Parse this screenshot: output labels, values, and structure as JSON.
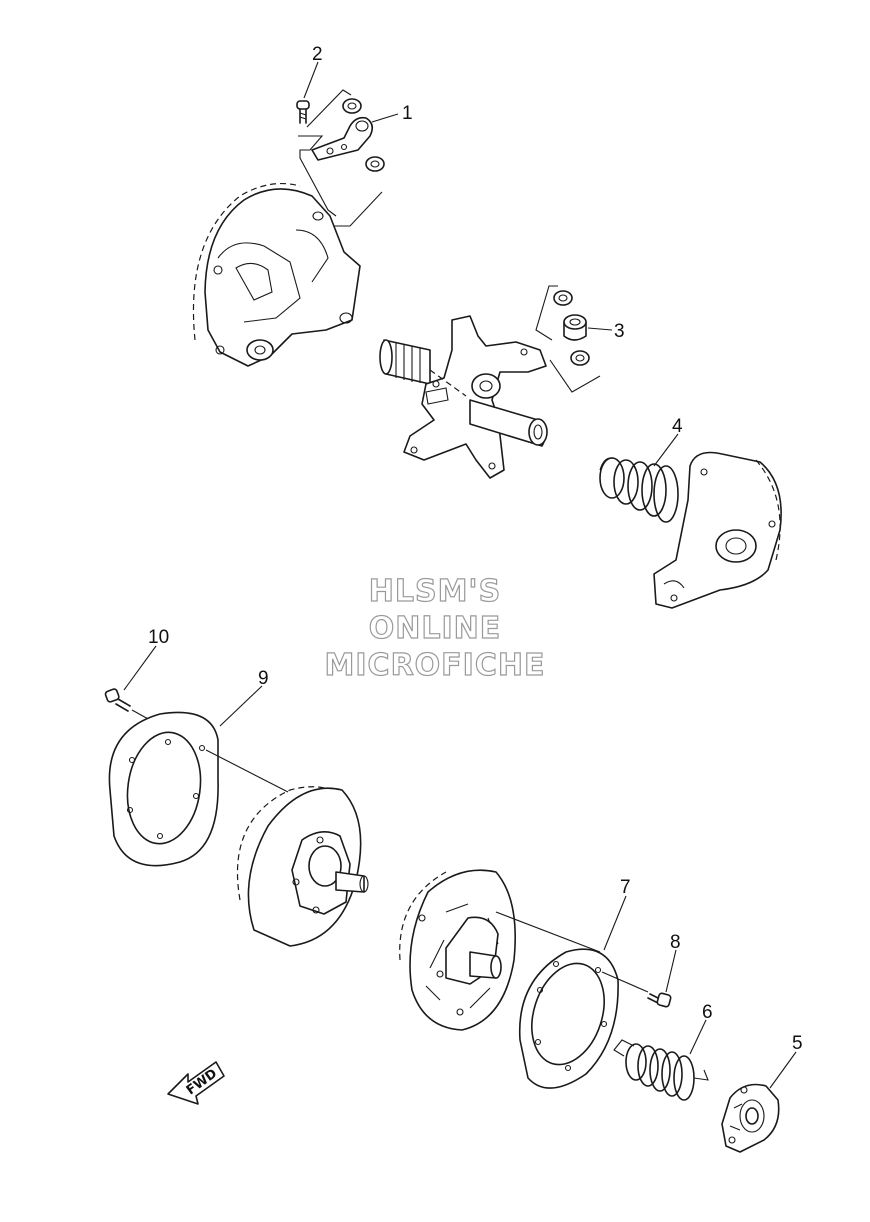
{
  "callouts": [
    {
      "id": "1",
      "label": "1"
    },
    {
      "id": "2",
      "label": "2"
    },
    {
      "id": "3",
      "label": "3"
    },
    {
      "id": "4",
      "label": "4"
    },
    {
      "id": "5",
      "label": "5"
    },
    {
      "id": "6",
      "label": "6"
    },
    {
      "id": "7",
      "label": "7"
    },
    {
      "id": "8",
      "label": "8"
    },
    {
      "id": "9",
      "label": "9"
    },
    {
      "id": "10",
      "label": "10"
    }
  ],
  "watermark": {
    "line1": "HLSM'S",
    "line2": "ONLINE",
    "line3": "MICROFICHE"
  },
  "direction_indicator": {
    "label": "FWD"
  }
}
